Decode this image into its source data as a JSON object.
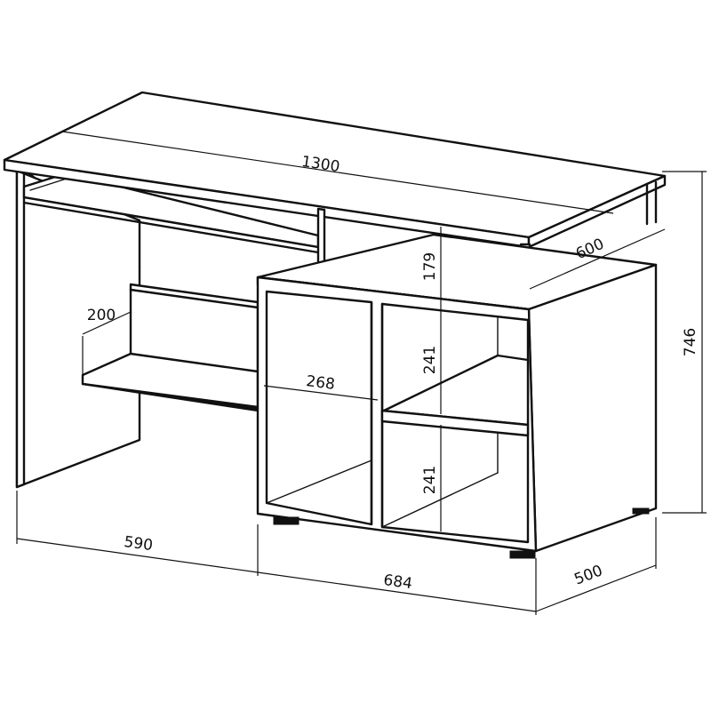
{
  "dimensions": {
    "top_length": "1300",
    "top_depth": "600",
    "total_height": "746",
    "upper_niche_height": "179",
    "shelf_spacing_upper": "241",
    "shelf_spacing_lower": "241",
    "compartment_width": "268",
    "left_shelf_depth": "200",
    "left_section_width": "590",
    "cabinet_width": "684",
    "cabinet_depth": "500"
  }
}
